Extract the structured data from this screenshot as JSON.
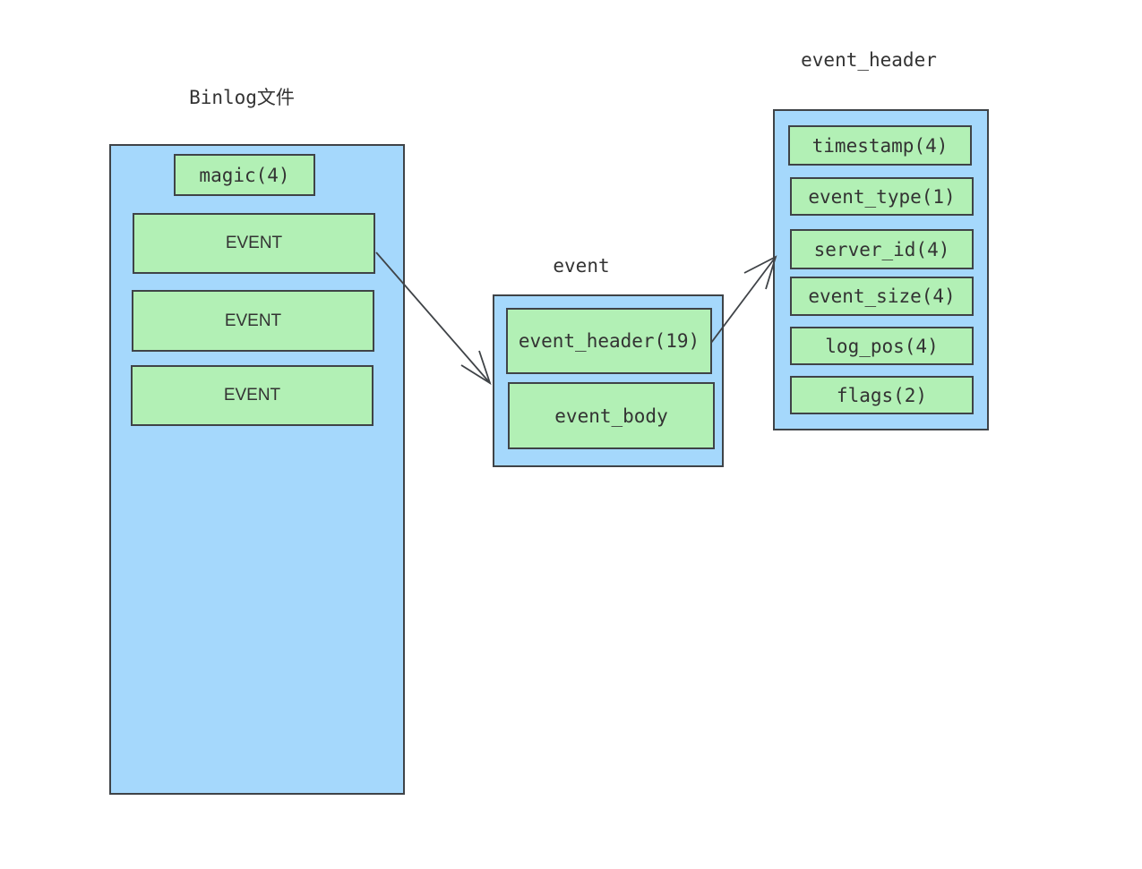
{
  "titles": {
    "binlog": "Binlog文件",
    "event": "event",
    "event_header": "event_header"
  },
  "binlog_box": {
    "magic": "magic(4)",
    "events": [
      "EVENT",
      "EVENT",
      "EVENT"
    ]
  },
  "event_box": {
    "header": "event_header(19)",
    "body": "event_body"
  },
  "event_header_box": {
    "fields": [
      "timestamp(4)",
      "event_type(1)",
      "server_id(4)",
      "event_size(4)",
      "log_pos(4)",
      "flags(2)"
    ]
  },
  "colors": {
    "container_fill": "#a5d8fc",
    "cell_fill": "#b2f0b5",
    "stroke": "#3f4347",
    "text": "#333333"
  }
}
